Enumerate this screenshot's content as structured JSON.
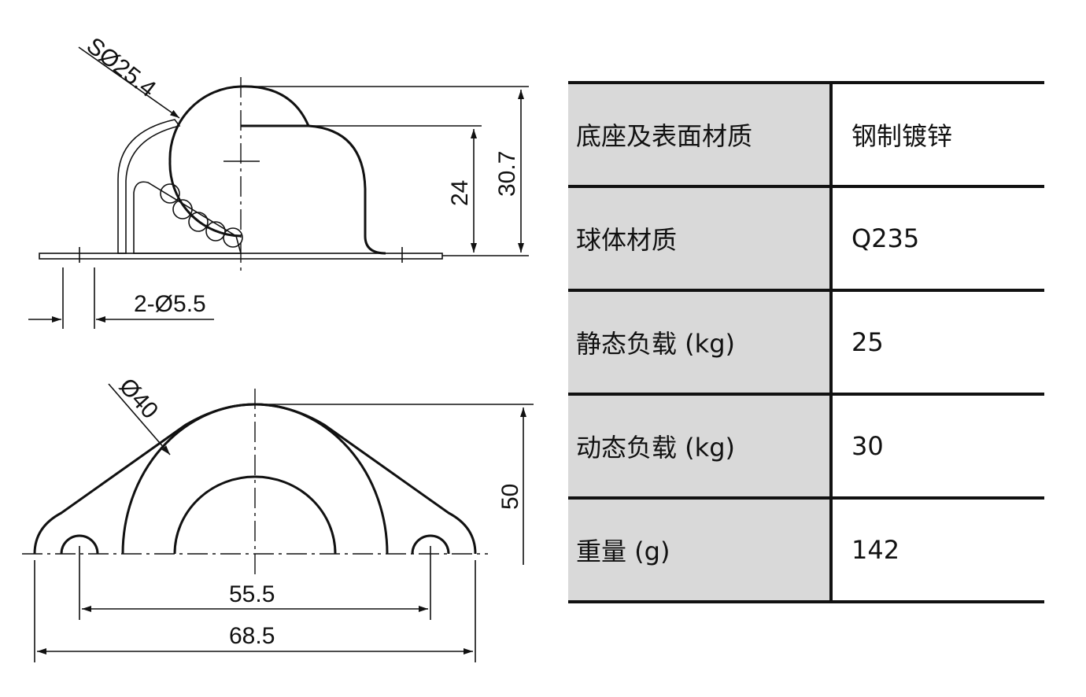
{
  "drawing": {
    "labels": {
      "sphere_dia": "SØ25.4",
      "inner_height": "24",
      "total_height": "30.7",
      "hole_spec": "2-Ø5.5",
      "dome_dia": "Ø40",
      "depth": "50",
      "hole_spacing": "55.5",
      "overall_width": "68.5"
    }
  },
  "specs": [
    {
      "label": "底座及表面材质",
      "value": "钢制镀锌"
    },
    {
      "label": "球体材质",
      "value": "Q235"
    },
    {
      "label": "静态负载 (kg)",
      "value": "25"
    },
    {
      "label": "动态负载 (kg)",
      "value": "30"
    },
    {
      "label": "重量 (g)",
      "value": "142"
    }
  ]
}
